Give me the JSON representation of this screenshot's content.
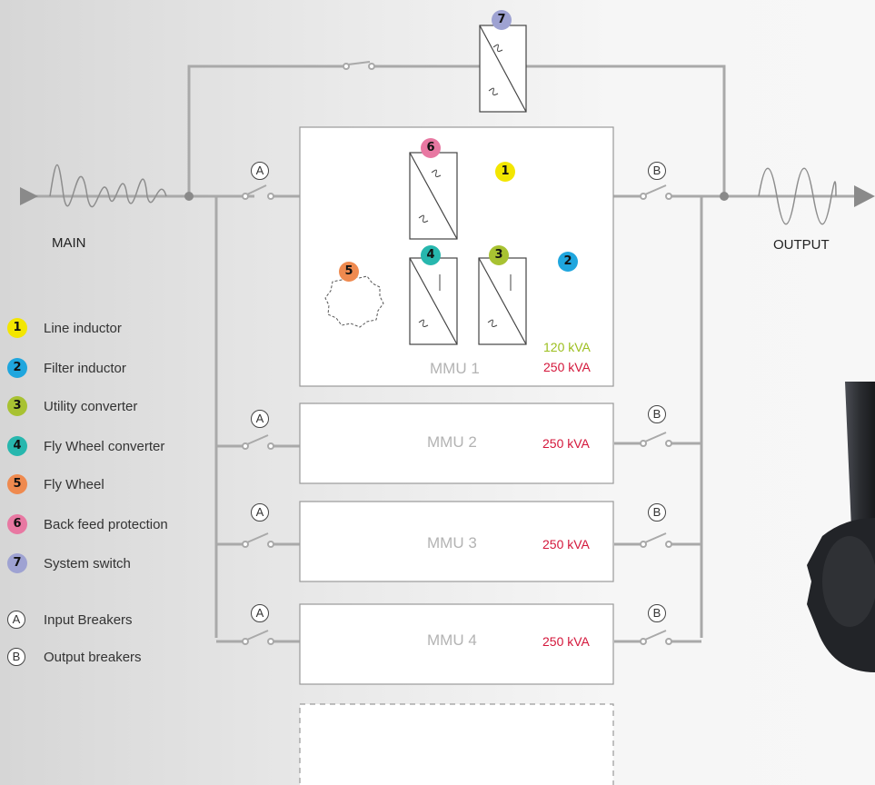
{
  "main_label": "MAIN",
  "output_label": "OUTPUT",
  "modules": [
    {
      "name": "MMU 1",
      "ratings": [
        "120 kVA",
        "250 kVA"
      ]
    },
    {
      "name": "MMU 2",
      "ratings": [
        "250 kVA"
      ]
    },
    {
      "name": "MMU 3",
      "ratings": [
        "250 kVA"
      ]
    },
    {
      "name": "MMU 4",
      "ratings": [
        "250 kVA"
      ]
    }
  ],
  "breaker_letters": {
    "input": "A",
    "output": "B"
  },
  "legend": [
    {
      "key": "1",
      "label": "Line inductor",
      "color": "#f3e600"
    },
    {
      "key": "2",
      "label": "Filter inductor",
      "color": "#1fa6de"
    },
    {
      "key": "3",
      "label": "Utility converter",
      "color": "#a8c232"
    },
    {
      "key": "4",
      "label": "Fly Wheel converter",
      "color": "#27b7ae"
    },
    {
      "key": "5",
      "label": "Fly Wheel",
      "color": "#ef8a4f"
    },
    {
      "key": "6",
      "label": "Back feed protection",
      "color": "#e878a2"
    },
    {
      "key": "7",
      "label": "System switch",
      "color": "#9ea2d2"
    },
    {
      "key": "A",
      "label": "Input Breakers",
      "color": "#ffffff"
    },
    {
      "key": "B",
      "label": "Output breakers",
      "color": "#ffffff"
    }
  ],
  "colors": {
    "wire": "#a9a9a9",
    "rating_120": "#9cbf1e",
    "rating_250": "#d4173b",
    "module_name": "#b3b3b3"
  }
}
